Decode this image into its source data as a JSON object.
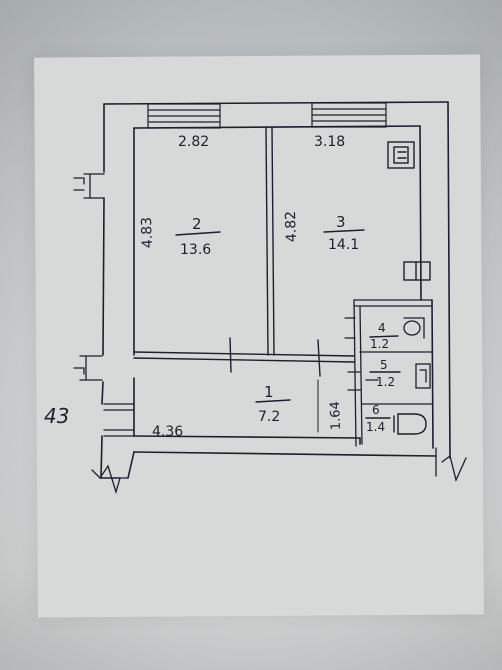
{
  "plan": {
    "outside_label": "43",
    "rooms": [
      {
        "number": "1",
        "area": "7.2"
      },
      {
        "number": "2",
        "area": "13.6"
      },
      {
        "number": "3",
        "area": "14.1"
      },
      {
        "number": "4",
        "area": "1.2"
      },
      {
        "number": "5",
        "area": "1.2"
      },
      {
        "number": "6",
        "area": "1.4"
      }
    ],
    "dimensions": {
      "room2_width": "2.82",
      "room3_width": "3.18",
      "room2_depth": "4.83",
      "room3_depth": "4.82",
      "hall_width": "4.36",
      "hall_depth": "1.64"
    }
  }
}
